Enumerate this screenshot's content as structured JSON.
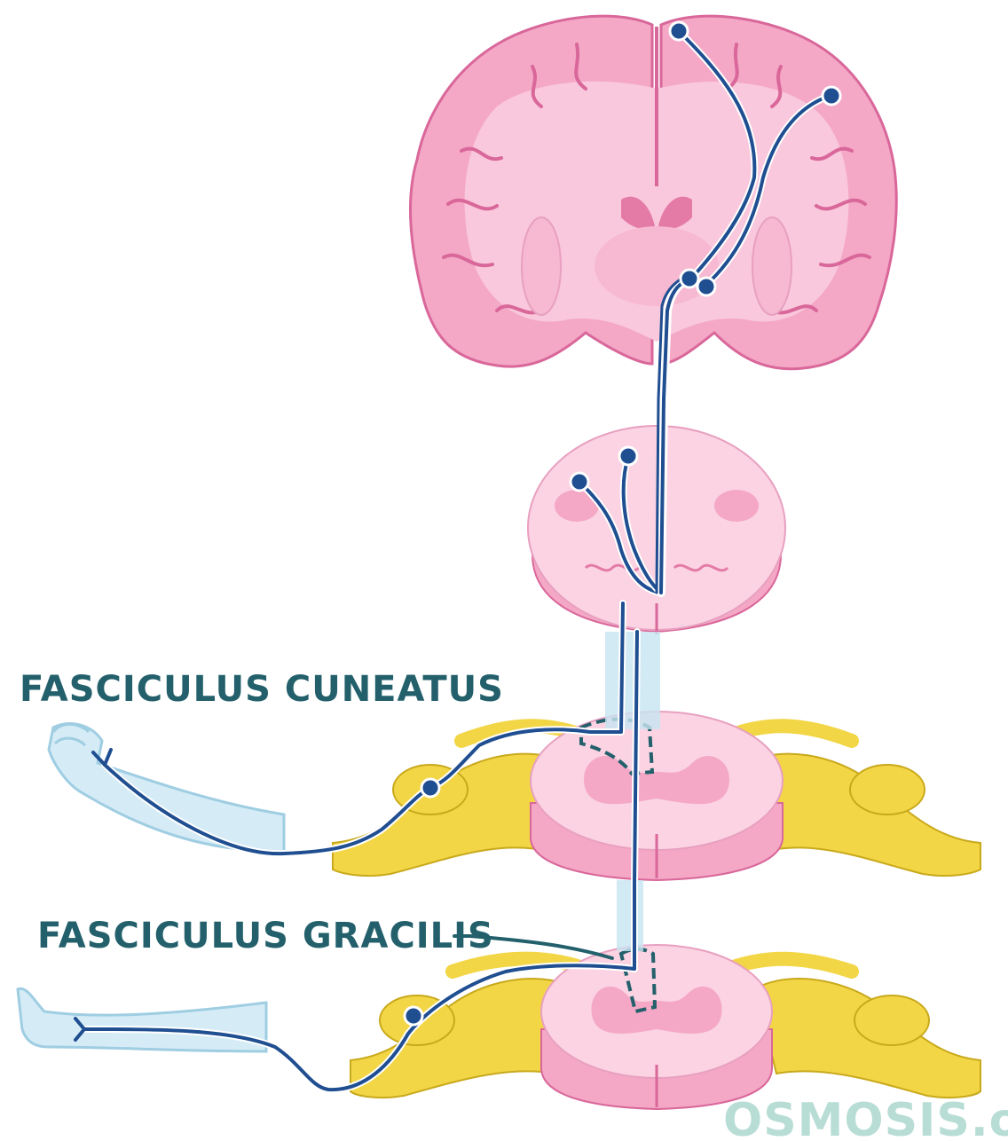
{
  "labels": {
    "cuneatus": "FASCICULUS CUNEATUS",
    "gracilis": "FASCICULUS GRACILIS"
  },
  "watermark": {
    "text": "OSMOSIS.o"
  },
  "icons": [
    "brain",
    "medulla",
    "spinal-cord-segment",
    "dorsal-root-ganglion",
    "spinal-nerve",
    "arm",
    "leg",
    "neuron-cell-body"
  ],
  "colors": {
    "pathway": "#1f4e91",
    "label": "#23606b",
    "tissue_pink": "#f6a9c6",
    "nerve_yellow": "#f0d443",
    "limb_blue": "#cfe7f3",
    "watermark": "#9fd2c7"
  }
}
